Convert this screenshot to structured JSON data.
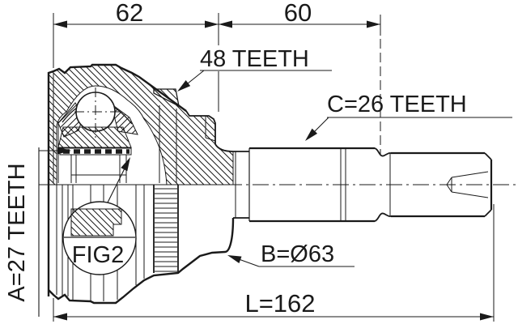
{
  "drawing": {
    "dim_housing_width": "62",
    "dim_spline_length": "60",
    "dim_total_length": "L=162",
    "label_ring_teeth": "48 TEETH",
    "label_shaft_spline": "C=26 TEETH",
    "label_inner_spline": "A=27 TEETH",
    "label_outer_diameter": "B=Ø63",
    "label_figure": "FIG2"
  },
  "colors": {
    "background": "#ffffff",
    "line": "#1a1a1a"
  }
}
